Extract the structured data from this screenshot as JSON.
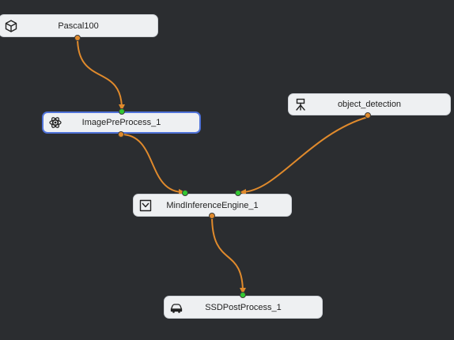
{
  "colors": {
    "background": "#2b2d30",
    "node_bg": "#eef0f2",
    "selected_border": "#4f72d8",
    "edge": "#e08a2c",
    "input_port": "#32c832",
    "output_port": "#e08a2c"
  },
  "nodes": {
    "pascal": {
      "label": "Pascal100",
      "icon": "cube-icon"
    },
    "preprocess": {
      "label": "ImagePreProcess_1",
      "icon": "atom-icon",
      "selected": true
    },
    "object_detection": {
      "label": "object_detection",
      "icon": "tripod-icon"
    },
    "inference": {
      "label": "MindInferenceEngine_1",
      "icon": "inbox-icon"
    },
    "postprocess": {
      "label": "SSDPostProcess_1",
      "icon": "car-icon"
    }
  },
  "ports": {
    "pascal_out": "0",
    "preprocess_in": "0",
    "preprocess_out": "0",
    "object_detection_out": "0",
    "inference_in_0": "0",
    "inference_in_1": "1",
    "inference_out": "0",
    "postprocess_in": "0"
  },
  "edges": [
    {
      "from": "Pascal100",
      "to": "ImagePreProcess_1"
    },
    {
      "from": "ImagePreProcess_1",
      "to": "MindInferenceEngine_1"
    },
    {
      "from": "object_detection",
      "to": "MindInferenceEngine_1"
    },
    {
      "from": "MindInferenceEngine_1",
      "to": "SSDPostProcess_1"
    }
  ]
}
